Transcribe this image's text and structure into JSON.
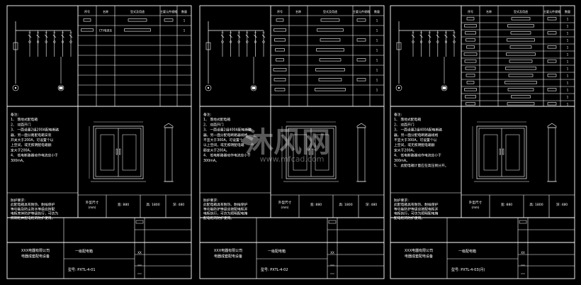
{
  "table_headers": [
    "序号",
    "名称",
    "型式及用途",
    "主要元件规格",
    "数量"
  ],
  "panels": [
    {
      "row_numbers": [
        "1",
        "2",
        "",
        "",
        "",
        "",
        "",
        ""
      ],
      "name_col": [
        "",
        "CT/电流互",
        "",
        "",
        "",
        "",
        "",
        ""
      ],
      "qty_col": [
        "1",
        "1",
        "",
        "",
        "",
        "",
        "",
        ""
      ],
      "notes": [
        "备注:",
        "1、 落地式配电箱",
        "2、 双面开门",
        "3、 一面设置2组200A配电断路",
        "   器，另一面分路配电箱安装",
        "   开关大于200A，可设置个以",
        "   上空间，或无照明配电箱额",
        "   定大于200A。",
        "4、 低电断路器动作电流应小于",
        "   300mA。"
      ],
      "remarks": [
        "防护要求:",
        "此配电箱具有耐热、耐候保护",
        "等功能及防尘防水等级应按配",
        "电柜壳体防护等级执行，可仿为",
        "照明柜并配电柜的防护使用。"
      ],
      "dim_label": [
        "外型尺寸",
        "(mm)"
      ],
      "dim_w": "宽: 880",
      "dim_h": "高: 1800",
      "dim_d": "深: 480",
      "company": [
        "XXX电器有限公司",
        "电器成套配电设备"
      ],
      "product": "一级配电箱",
      "model": "型号: PXTL-4-01",
      "cells_right": [
        "",
        "XX",
        "",
        ""
      ]
    },
    {
      "row_numbers": [
        "1",
        "2",
        "3",
        "4",
        "5",
        "6",
        "7",
        "8"
      ],
      "name_col": [
        "",
        "",
        "",
        "",
        "",
        "",
        "",
        ""
      ],
      "qty_col": [
        "1",
        "1",
        "1",
        "1",
        "1",
        "1",
        "1",
        "1"
      ],
      "notes": [
        "备注:",
        "1、 落地式配电箱",
        "2、 双面开门",
        "3、 一面设置2组400A配电断路",
        "   器，另一面分配电断路器规格",
        "   不宜大于300A，可设置个",
        "   以上空间，或无照明配电箱",
        "   额定大于200A。",
        "4、 低电断路器动作电流应小于",
        "   300mA。"
      ],
      "remarks": [
        "防护要求:",
        "此配电箱具有耐热、耐候保护",
        "等功能防护等级应按配电柜并",
        "电柜执行，可仿为照明配电箱",
        "配电柜的防护使用。"
      ],
      "dim_label": [
        "外型尺寸",
        "(mm)"
      ],
      "dim_w": "宽: 880",
      "dim_h": "高: 1800",
      "dim_d": "深: 480",
      "company": [
        "XXX电器有限公司",
        "电器成套配电设备"
      ],
      "product": "一级配电箱",
      "model": "型号: PXTL-4-02",
      "cells_right": [
        "",
        "XX",
        "",
        ""
      ]
    },
    {
      "row_numbers": [
        "1",
        "2",
        "3",
        "4",
        "5",
        "6",
        "7",
        "8",
        "9",
        "10",
        "11",
        "12",
        "13"
      ],
      "name_col": [
        "",
        "",
        "",
        "",
        "",
        "",
        "",
        "",
        "",
        "",
        "",
        "",
        ""
      ],
      "qty_col": [
        "1",
        "1",
        "1",
        "1",
        "1",
        "1",
        "1",
        "1",
        "1",
        "1",
        "1",
        "1",
        "1"
      ],
      "notes": [
        "备注:",
        "1、 落地式配电箱",
        "2、 双面开门",
        "3、 一面设置2组400A配电断路",
        "   器，另一面分配电断路器规格",
        "   不宜大于300A，可设置个以",
        "   上空间，或无照明配电箱额",
        "   定大于200A。",
        "4、 低电断路器动作电流应小于",
        "   300mA。",
        "5、 此配电箱计量应在高压侧分开。"
      ],
      "remarks": [
        "防护要求:",
        "此配电箱具有耐热、耐候保护",
        "等功能防护等级应按配电柜并",
        "电柜执行，可仿为照明配电箱",
        "配电柜的防护使用。"
      ],
      "dim_label": [
        "外型尺寸",
        "(mm)"
      ],
      "dim_w": "宽: 880",
      "dim_h": "高: 1800",
      "dim_d": "深: 480",
      "company": [
        "XXX电器有限公司",
        "电器成套配电设备"
      ],
      "product": "一级配电箱",
      "model": "型号: PXTL-4-03(月)",
      "cells_right": [
        "",
        "XX",
        "",
        ""
      ]
    }
  ],
  "watermark": {
    "brand": "沐风网",
    "url": "www.mfcad.com"
  }
}
